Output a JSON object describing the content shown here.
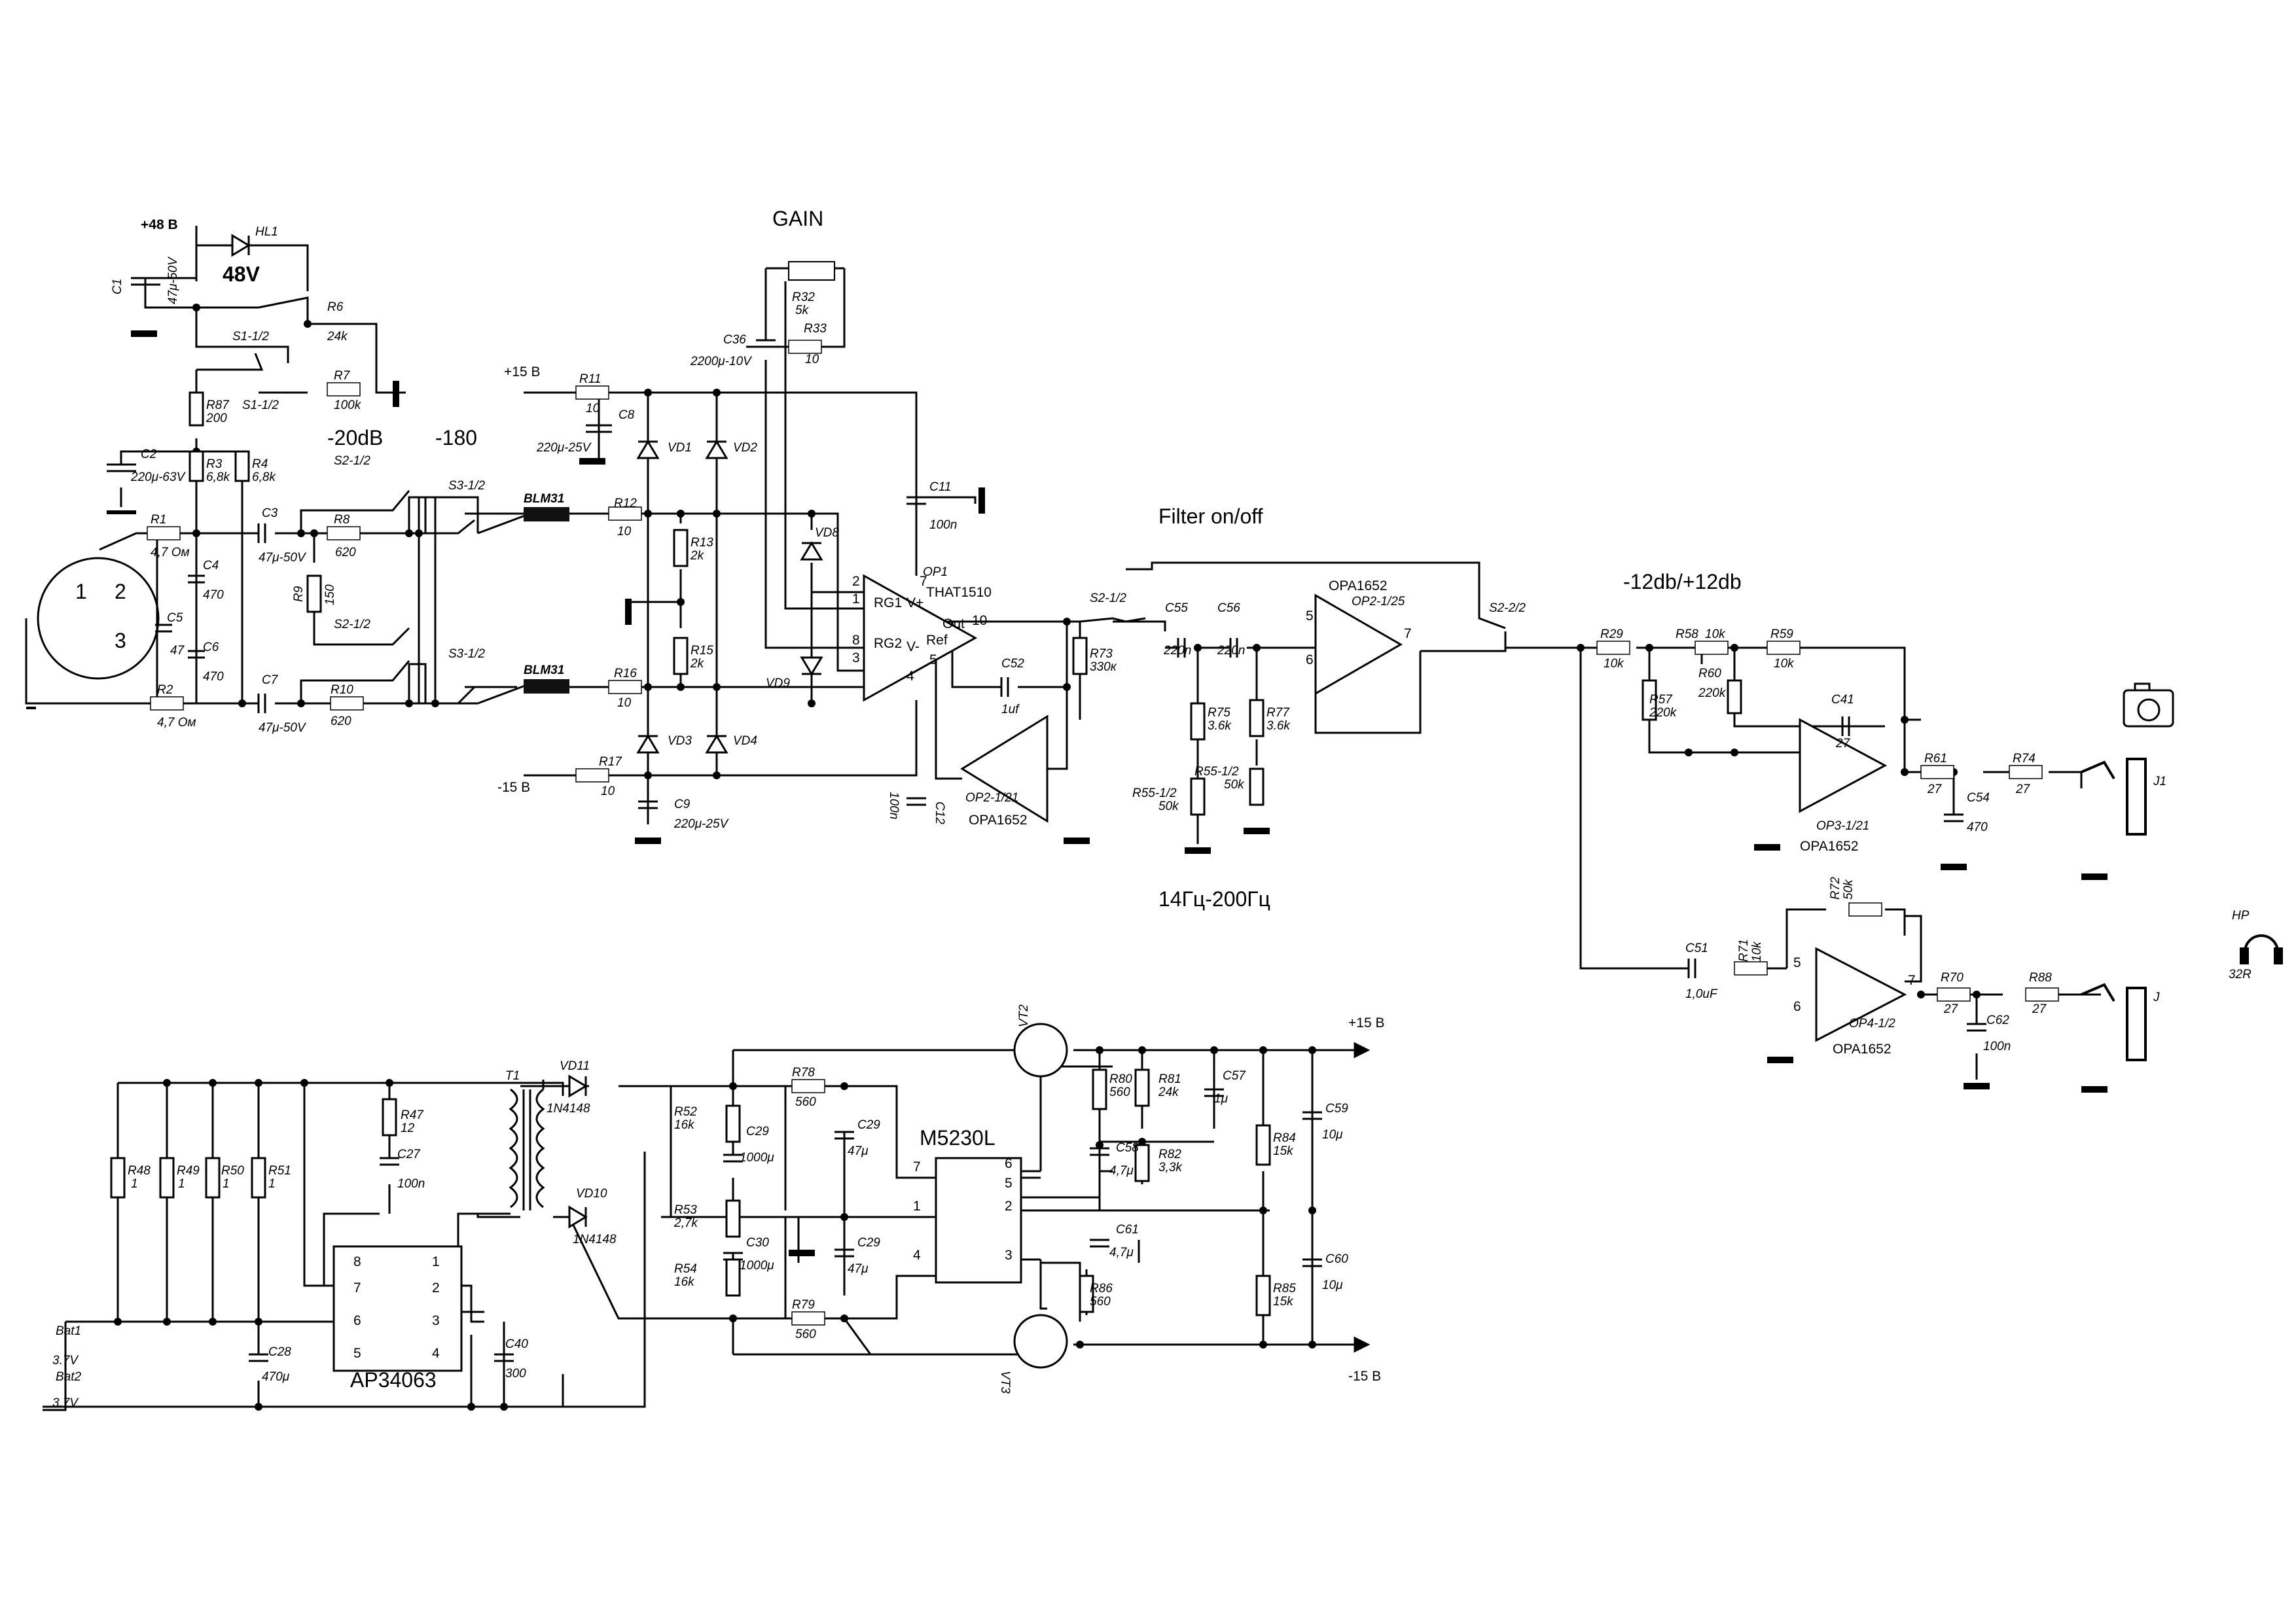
{
  "headings": {
    "gain": "GAIN",
    "filter_onoff": "Filter on/off",
    "minus20db": "-20dB",
    "minus180": "-180",
    "range12": "-12db/+12db",
    "freq_range": "14Гц-200Гц"
  },
  "rails": {
    "plus48": "+48 В",
    "plus15_in": "+15 В",
    "minus15_in": "-15 В",
    "plus15_out": "+15 В",
    "minus15_out": "-15 В",
    "led_text": "48V",
    "hp": "HP",
    "hp_imp": "32R"
  },
  "xlr": {
    "p1": "1",
    "p2": "2",
    "p3": "3"
  },
  "labels": {
    "HL1": "HL1",
    "C1": "C1",
    "C1_v": "47μ-50V",
    "R6": "R6",
    "R6_v": "24k",
    "S1a": "S1-1/2",
    "S1b": "S1-1/2",
    "R7": "R7",
    "R7_v": "100k",
    "R87": "R87",
    "R87_v": "200",
    "C2": "C2",
    "C2_v": "220μ-63V",
    "R3": "R3",
    "R3_v": "6,8k",
    "R4": "R4",
    "R4_v": "6,8k",
    "R1": "R1",
    "R1_v": "4,7 Ом",
    "R2": "R2",
    "R2_v": "4,7 Ом",
    "C4": "C4",
    "C4_v": "470",
    "C5": "C5",
    "C5_v": "47",
    "C6": "C6",
    "C6_v": "470",
    "C3": "C3",
    "C3_v": "47μ-50V",
    "C7": "C7",
    "C7_v": "47μ-50V",
    "S2a": "S2-1/2",
    "S2b": "S2-1/2",
    "R8": "R8",
    "R8_v": "620",
    "R9": "R9",
    "R9_v": "150",
    "R10": "R10",
    "R10_v": "620",
    "S3a": "S3-1/2",
    "S3b": "S3-1/2",
    "BLM1": "BLM31",
    "BLM2": "BLM31",
    "R11": "R11",
    "R11_v": "10",
    "C8": "C8",
    "C8_v": "220μ-25V",
    "R12": "R12",
    "R12_v": "10",
    "R13": "R13",
    "R13_v": "2k",
    "R15": "R15",
    "R15_v": "2k",
    "R16": "R16",
    "R16_v": "10",
    "R17": "R17",
    "R17_v": "10",
    "C9": "C9",
    "C9_v": "220μ-25V",
    "VD1": "VD1",
    "VD2": "VD2",
    "VD3": "VD3",
    "VD4": "VD4",
    "VD8": "VD8",
    "VD9": "VD9",
    "R32": "R32",
    "R32_v": "5k",
    "R33": "R33",
    "R33_v": "10",
    "C36": "C36",
    "C36_v": "2200μ-10V",
    "C11": "C11",
    "C11_v": "100n",
    "C12": "C12",
    "C12_v": "100n",
    "OP1": "OP1",
    "OP1_t": "THAT1510",
    "C52": "C52",
    "C52_v": "1uf",
    "R73": "R73",
    "R73_v": "330к",
    "OP2_21": "OP2-1/21",
    "OP2_21_t": "OPA1652",
    "S2_12": "S2-1/2",
    "C55": "C55",
    "C55_v": "220n",
    "C56": "C56",
    "C56_v": "220n",
    "R75": "R75",
    "R75_v": "3.6k",
    "R77": "R77",
    "R77_v": "3.6k",
    "R55a": "R55-1/2",
    "R55a_v": "50k",
    "R55b": "R55-1/2",
    "R55b_v": "50k",
    "OP2_25_t": "OPA1652",
    "OP2_25": "OP2-1/25",
    "S2_22": "S2-2/2",
    "R29": "R29",
    "R29_v": "10k",
    "R58": "R58",
    "R58_v": "10k",
    "R59": "R59",
    "R59_v": "10k",
    "R57": "R57",
    "R57_v": "220k",
    "R60": "R60",
    "R60_v": "220k",
    "C41": "C41",
    "C41_v": "27",
    "OP3": "OP3-1/21",
    "OP3_t": "OPA1652",
    "R61": "R61",
    "R61_v": "27",
    "R74": "R74",
    "R74_v": "27",
    "C54": "C54",
    "C54_v": "470",
    "J1": "J1",
    "J": "J",
    "R72": "R72",
    "R72_v": "50k",
    "C51": "C51",
    "C51_v": "1,0uF",
    "R71": "R71",
    "R71_v": "10k",
    "OP4": "OP4-1/2",
    "OP4_t": "OPA1652",
    "R70": "R70",
    "R70_v": "27",
    "R88": "R88",
    "R88_v": "27",
    "C62": "C62",
    "C62_v": "100n",
    "R48": "R48",
    "R48_v": "1",
    "R49": "R49",
    "R49_v": "1",
    "R50": "R50",
    "R50_v": "1",
    "R51": "R51",
    "R51_v": "1",
    "R47": "R47",
    "R47_v": "12",
    "C27": "C27",
    "C27_v": "100n",
    "Bat1": "Bat1",
    "Bat1_v": "3.7V",
    "Bat2": "Bat2",
    "Bat2_v": "3.7V",
    "C28": "C28",
    "C28_v": "470μ",
    "C40": "C40",
    "C40_v": "300",
    "IC_ap": "AP34063",
    "T1": "T1",
    "VD11": "VD11",
    "VD11_t": "1N4148",
    "VD10": "VD10",
    "VD10_t": "1N4148",
    "R52": "R52",
    "R52_v": "16k",
    "R53": "R53",
    "R53_v": "2,7k",
    "R54": "R54",
    "R54_v": "16k",
    "C29a": "C29",
    "C29a_v": "1000μ",
    "C30": "C30",
    "C30_v": "1000μ",
    "C29b": "C29",
    "C29b_v": "47μ",
    "C29c": "C29",
    "C29c_v": "47μ",
    "R78": "R78",
    "R78_v": "560",
    "R79": "R79",
    "R79_v": "560",
    "IC_m": "M5230L",
    "VT2": "VT2",
    "VT3": "VT3",
    "R80": "R80",
    "R80_v": "560",
    "R81": "R81",
    "R81_v": "24k",
    "C57": "C57",
    "C57_v": "1μ",
    "C58": "C58",
    "C58_v": "4,7μ",
    "R82": "R82",
    "R82_v": "3,3k",
    "C61": "C61",
    "C61_v": "4,7μ",
    "R86": "R86",
    "R86_v": "560",
    "R84": "R84",
    "R84_v": "15k",
    "R85": "R85",
    "R85_v": "15k",
    "C59": "C59",
    "C59_v": "10μ",
    "C60": "C60",
    "C60_v": "10μ"
  },
  "pins": {
    "op1_2": "2",
    "op1_1": "1",
    "op1_8": "8",
    "op1_3": "3",
    "op1_7": "7",
    "op1_10": "10",
    "op1_5": "5",
    "op1_4": "4",
    "op1_rg1": "RG1",
    "op1_rg2": "RG2",
    "op1_vp": "V+",
    "op1_vm": "V-",
    "op1_out": "Out",
    "op1_ref": "Ref",
    "op2_5": "5",
    "op2_6": "6",
    "op2_7": "7",
    "op4_5": "5",
    "op4_6": "6",
    "op4_7": "7",
    "ap_8": "8",
    "ap_7": "7",
    "ap_6": "6",
    "ap_5": "5",
    "ap_1": "1",
    "ap_2": "2",
    "ap_3": "3",
    "ap_4": "4",
    "m_7": "7",
    "m_1": "1",
    "m_4": "4",
    "m_6": "6",
    "m_5": "5",
    "m_2": "2",
    "m_3": "3"
  }
}
